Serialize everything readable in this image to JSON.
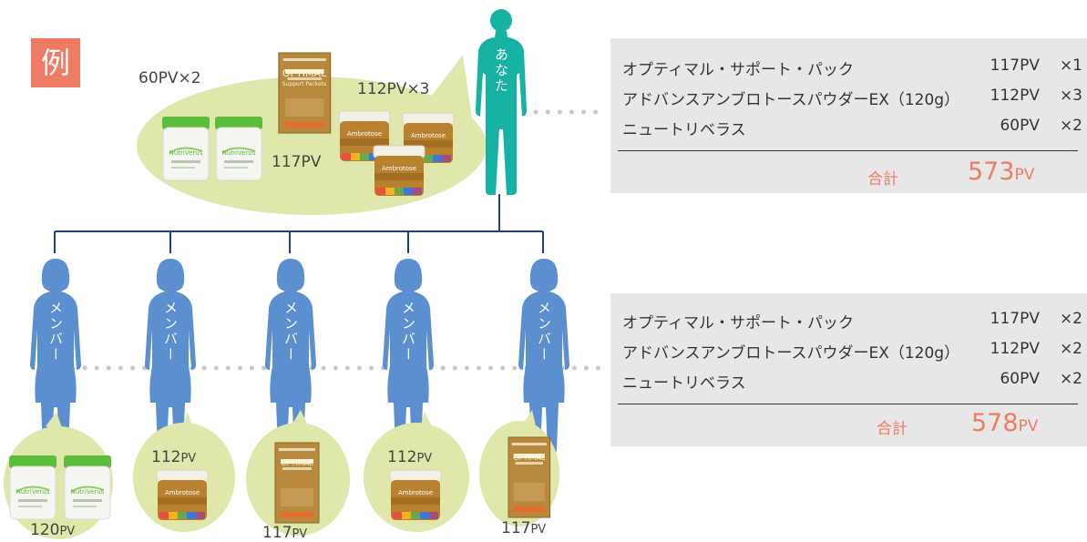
{
  "label_example": "例",
  "you": {
    "label": "あなた",
    "bubble": {
      "left_pv": "60PV×2",
      "center_pv": "117PV",
      "right_pv": "112PV×3"
    },
    "table": {
      "rows": [
        {
          "name": "オプティマル・サポート・パック",
          "pv": "117PV",
          "qty": "×1"
        },
        {
          "name": "アドバンスアンブロトースパウダーEX（120g）",
          "pv": "112PV",
          "qty": "×3"
        },
        {
          "name": "ニュートリベラス",
          "pv": "60PV",
          "qty": "×2"
        }
      ],
      "total_label": "合計",
      "total_value": "573",
      "total_unit": "PV"
    }
  },
  "members": {
    "label": "メンバー",
    "bubbles": [
      {
        "pv": "120",
        "unit": "PV",
        "product": "nutriverus-jars"
      },
      {
        "pv": "112",
        "unit": "PV",
        "product": "ambrotose-jar"
      },
      {
        "pv": "117",
        "unit": "PV",
        "product": "optimal-box"
      },
      {
        "pv": "112",
        "unit": "PV",
        "product": "ambrotose-jar"
      },
      {
        "pv": "117",
        "unit": "PV",
        "product": "optimal-box"
      }
    ],
    "table": {
      "rows": [
        {
          "name": "オプティマル・サポート・パック",
          "pv": "117PV",
          "qty": "×2"
        },
        {
          "name": "アドバンスアンブロトースパウダーEX（120g）",
          "pv": "112PV",
          "qty": "×2"
        },
        {
          "name": "ニュートリベラス",
          "pv": "60PV",
          "qty": "×2"
        }
      ],
      "total_label": "合計",
      "total_value": "578",
      "total_unit": "PV"
    }
  },
  "product_text": {
    "optimal": "OPTIMAL",
    "optimal_sub": "Support Packets",
    "ambrotose": "Ambrotose",
    "nutriverus": "NutriVerus"
  },
  "colors": {
    "accent": "#f07b63",
    "you_figure": "#16b2a4",
    "member_figure": "#5b8fd0",
    "bubble": "#dfe7aa",
    "connector": "#1f3f8f",
    "panel": "#e7e7e7"
  }
}
